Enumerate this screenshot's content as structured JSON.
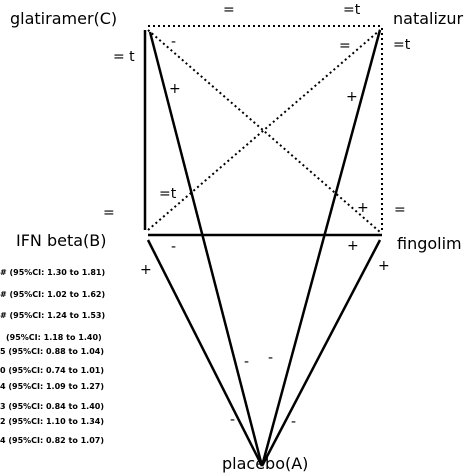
{
  "nodes": {
    "glatiramer": "glatiramer(C)",
    "natalizumab": "natalizur",
    "ifn_beta": "IFN beta(B)",
    "fingolimod": "fingolim",
    "placebo": "placebo(A)"
  },
  "signs": {
    "top_center": "=",
    "top_right": "=t",
    "natalizumab_right": "=t",
    "glatiramer_left": "= t",
    "glatiramer_dash": "-",
    "glatiramer_plus": "+",
    "natalizumab_equals": "=",
    "natalizumab_plus": "+",
    "ifn_diag_t": "=t",
    "fingolimod_plus_upper": "+",
    "fingolimod_right_eq": "=",
    "ifn_left_eq": "=",
    "ifn_bottom_dash": "-",
    "fingolimod_plus_lower": "+",
    "ifn_placebo_plus": "+",
    "fingolimod_placebo_plus": "+",
    "placebo_dash_1": "-",
    "placebo_dash_2": "-",
    "placebo_dash_3": "-",
    "placebo_dash_4": "-"
  },
  "ci_rows": [
    "# (95%CI: 1.30 to 1.81)",
    "# (95%CI: 1.02 to 1.62)",
    "# (95%CI: 1.24 to 1.53)",
    "(95%CI: 1.18 to 1.40)",
    "5 (95%CI: 0.88 to 1.04)",
    "0 (95%CI: 0.74 to 1.01)",
    "4 (95%CI: 1.09 to 1.27)",
    "3 (95%CI: 0.84 to 1.40)",
    "2 (95%CI: 1.10 to 1.34)",
    "4 (95%CI: 0.82 to 1.07)"
  ],
  "colors": {
    "line": "#000000",
    "background": "#ffffff"
  }
}
